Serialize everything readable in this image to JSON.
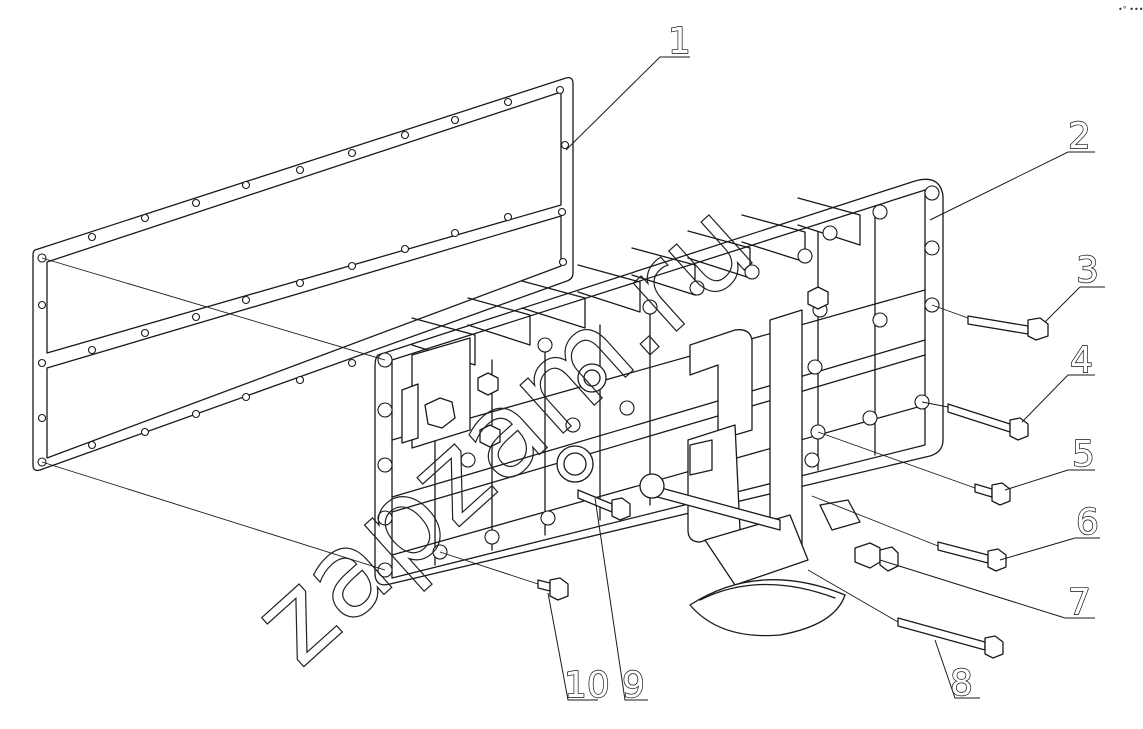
{
  "callouts": [
    {
      "id": "1",
      "label": "1"
    },
    {
      "id": "2",
      "label": "2"
    },
    {
      "id": "3",
      "label": "3"
    },
    {
      "id": "4",
      "label": "4"
    },
    {
      "id": "5",
      "label": "5"
    },
    {
      "id": "6",
      "label": "6"
    },
    {
      "id": "7",
      "label": "7"
    },
    {
      "id": "8",
      "label": "8"
    },
    {
      "id": "9",
      "label": "9"
    },
    {
      "id": "10",
      "label": "10"
    }
  ],
  "watermark": "zapzam.ru",
  "corner_mark": "•° ••• "
}
